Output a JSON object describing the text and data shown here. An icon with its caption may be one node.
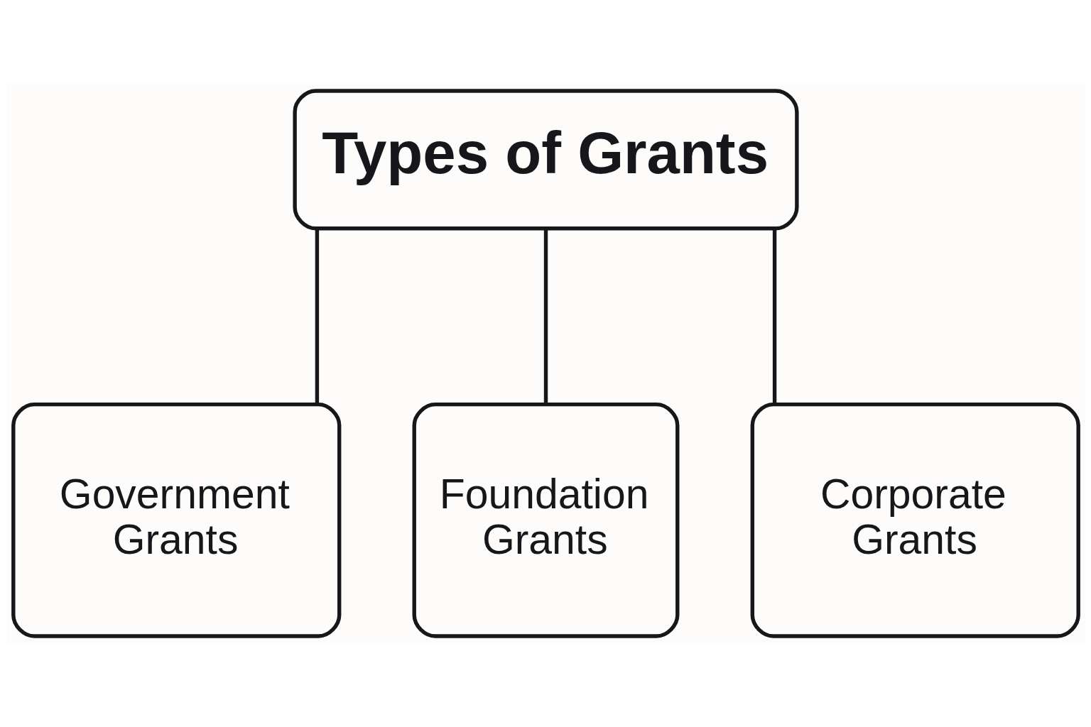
{
  "diagram": {
    "nodes": [
      {
        "text": [
          "Types of Grants"
        ]
      },
      {
        "text": [
          "Government Grants"
        ]
      },
      {
        "text": [
          "Foundation Grants"
        ]
      },
      {
        "text": [
          "Corporate Grants"
        ]
      }
    ],
    "edges": [
      {
        "from": 0,
        "to": 1,
        "arrow": "none"
      },
      {
        "from": 0,
        "to": 2,
        "arrow": "none"
      },
      {
        "from": 0,
        "to": 3,
        "arrow": "none"
      }
    ]
  }
}
